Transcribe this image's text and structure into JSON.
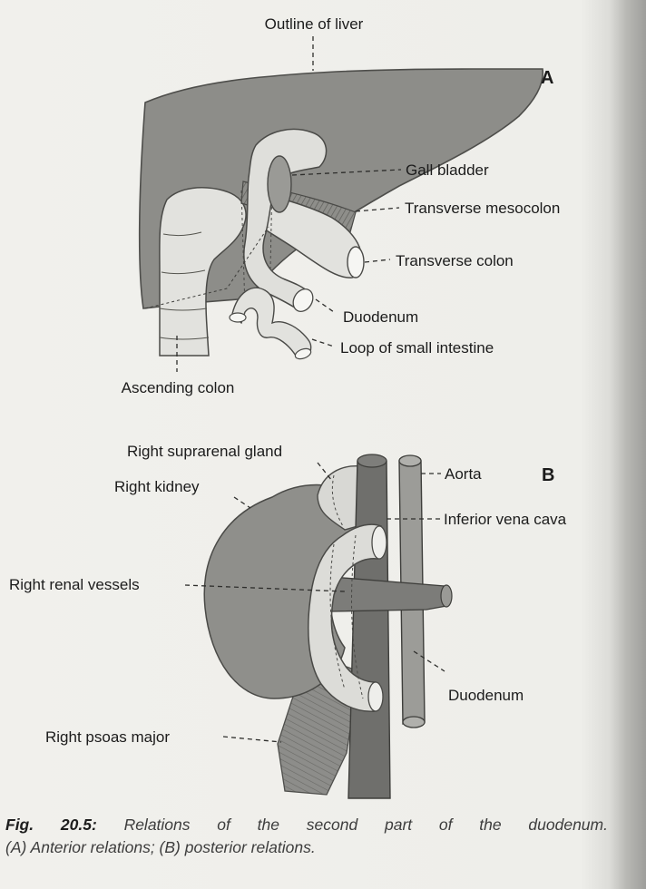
{
  "figure": {
    "panel_a": {
      "letter": "A",
      "labels": {
        "outline_of_liver": "Outline of liver",
        "gall_bladder": "Gall bladder",
        "transverse_mesocolon": "Transverse mesocolon",
        "transverse_colon": "Transverse colon",
        "duodenum": "Duodenum",
        "loop_small_intestine": "Loop of small intestine",
        "ascending_colon": "Ascending colon"
      }
    },
    "panel_b": {
      "letter": "B",
      "labels": {
        "right_suprarenal_gland": "Right suprarenal gland",
        "right_kidney": "Right kidney",
        "aorta": "Aorta",
        "inferior_vena_cava": "Inferior vena cava",
        "right_renal_vessels": "Right renal vessels",
        "duodenum": "Duodenum",
        "right_psoas_major": "Right psoas major"
      }
    },
    "caption": {
      "number": "Fig. 20.5:",
      "line1": "Relations of the second part of the duodenum.",
      "line2": "(A) Anterior relations; (B) posterior relations."
    }
  }
}
